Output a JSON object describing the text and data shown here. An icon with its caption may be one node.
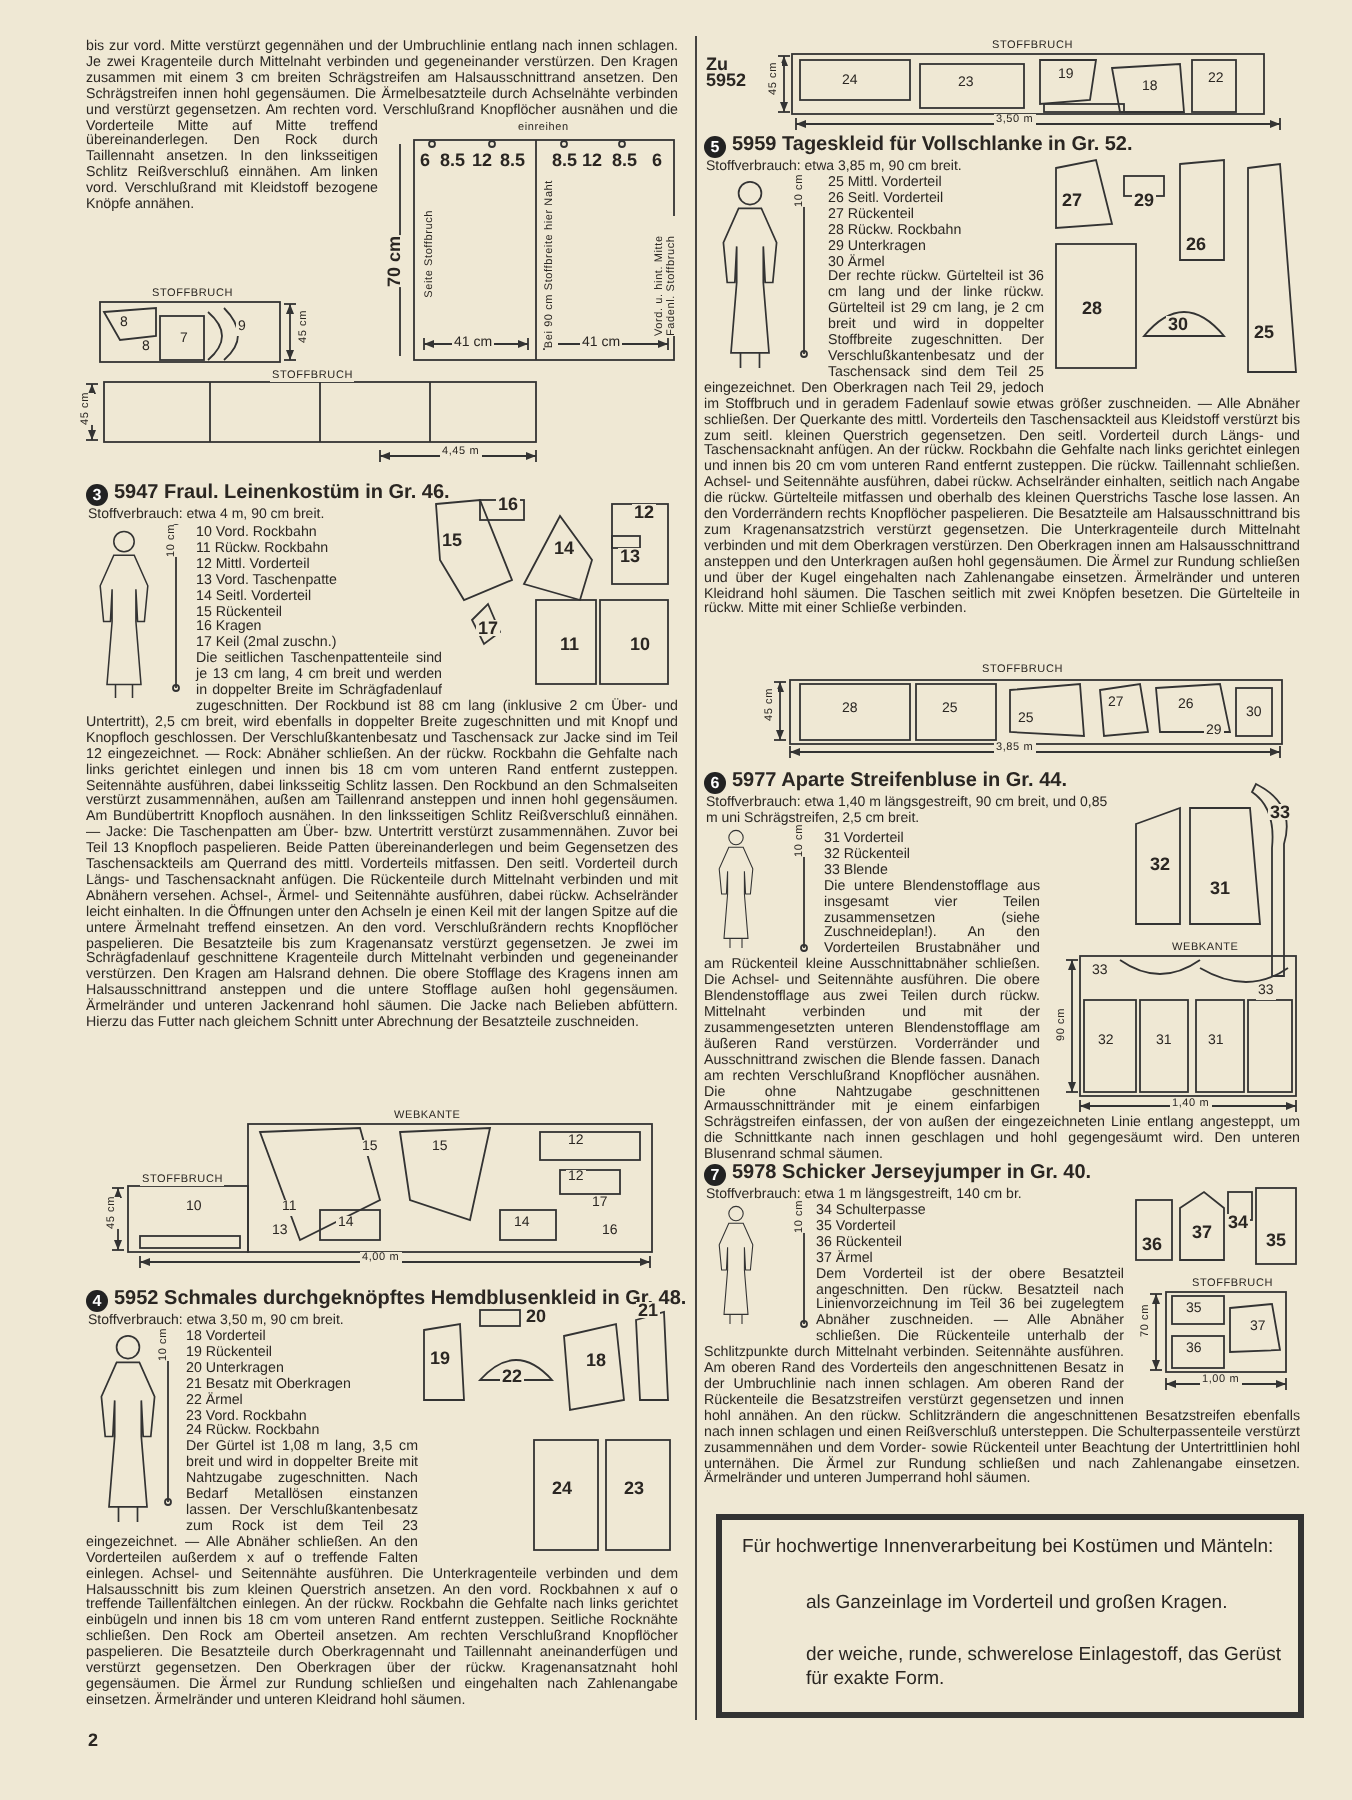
{
  "diagram": {
    "labels": [
      "bis zur vord. Mitte verstürzt gegennähen und der Umbruchlinie entlang nach innen schlagen. Je zwei Kragenteile durch Mittelnaht verbinden und gegeneinander verstürzen. Den Kragen zusammen mit einem 3 cm breiten Schrägstreifen am Halsausschnittrand ansetzen. Den Schrägstreifen innen hohl gegensäumen. Die Ärmelbesatzteile durch Achselnähte verbinden und verstürzt gegensetzen. Am rechten vord. Verschlußrand Knopflöcher ausnähen und die Vorderteile Mitte auf Mitte treffend übereinanderlegen. Den Rock durch Taillennaht ansetzen. In den linksseitigen Schlitz Reißverschluß einnähen. Am linken vord. Verschlußrand mit Kleidstoff bezogene Knöpfe annähen.",
      "einreihen",
      "6",
      "8.5",
      "12",
      "8.5",
      "8.5",
      "12",
      "8.5",
      "6",
      "70 cm",
      "Seite Stoffbruch",
      "Bei 90 cm Stoffbreite hier Naht",
      "Vord. u. hint. Mitte Fadenl. Stoffbruch",
      "41 cm",
      "41 cm",
      "STOFFBRUCH",
      "8",
      "7",
      "9",
      "8",
      "45 cm",
      "STOFFBRUCH",
      "45 cm",
      "4,45 m",
      "3",
      "5947 Fraul. Leinenkostüm in Gr. 46.",
      "Stoffverbrauch: etwa 4 m, 90 cm breit.",
      "10 cm",
      "10 Vord. Rockbahn",
      "11 Rückw. Rockbahn",
      "12 Mittl. Vorderteil",
      "13 Vord. Taschenpatte",
      "14 Seitl. Vorderteil",
      "15 Rückenteil",
      "16 Kragen",
      "17 Keil (2mal zuschn.)",
      "Die seitlichen Taschenpattenteile sind je 13 cm lang, 4 cm breit und werden in doppelter Breite im Schrägfadenlauf zugeschnitten. Der Rockbund ist 88 cm lang (inklusive 2 cm Über- und Untertritt), 2,5 cm breit, wird ebenfalls in doppelter Breite zugeschnitten und mit Knopf und Knopfloch geschlossen. Der Verschlußkantenbesatz und Taschensack zur Jacke sind im Teil 12 eingezeichnet. — Rock: Abnäher schließen. An der rückw. Rockbahn die Gehfalte nach links gerichtet einlegen und innen bis 18 cm vom unteren Rand entfernt zusteppen. Seitennähte ausführen, dabei linksseitig Schlitz lassen. Den Rockbund an den Schmalseiten verstürzt zusammennähen, außen am Taillenrand ansteppen und innen hohl gegensäumen. Am Bundübertritt Knopfloch ausnähen. In den linksseitigen Schlitz Reißverschluß einnähen. — Jacke: Die Taschenpatten am Über- bzw. Untertritt verstürzt zusammennähen. Zuvor bei Teil 13 Knopfloch paspelieren. Beide Patten übereinanderlegen und beim Gegensetzen des Taschensackteils am Querrand des mittl. Vorderteils mitfassen. Den seitl. Vorderteil durch Längs- und Taschensacknaht anfügen. Die Rückenteile durch Mittelnaht verbinden und mit Abnähern versehen. Achsel-, Ärmel- und Seitennähte ausführen, dabei rückw. Achselränder leicht einhalten. In die Öffnungen unter den Achseln je einen Keil mit der langen Spitze auf die untere Ärmelnaht treffend einsetzen. An den vord. Verschlußrändern rechts Knopflöcher paspelieren. Die Besatzteile bis zum Kragenansatz verstürzt gegensetzen. Je zwei im Schrägfadenlauf geschnittene Kragenteile durch Mittelnaht verbinden und gegeneinander verstürzen. Den Kragen am Halsrand dehnen. Die obere Stofflage des Kragens innen am Halsausschnittrand ansteppen und die untere Stofflage außen hohl gegensäumen. Ärmelränder und unteren Jackenrand hohl säumen. Die Jacke nach Belieben abfüttern. Hierzu das Futter nach gleichem Schnitt unter Abrechnung der Besatzteile zuschneiden.",
      "16",
      "15",
      "14",
      "12",
      "13",
      "17",
      "11",
      "10",
      "WEBKANTE",
      "STOFFBRUCH",
      "15",
      "15",
      "12",
      "12",
      "17",
      "10",
      "11",
      "13",
      "14",
      "14",
      "16",
      "45 cm",
      "4,00 m",
      "4",
      "5952 Schmales durchgeknöpftes Hemdblusenkleid in Gr. 48.",
      "Stoffverbrauch: etwa 3,50 m, 90 cm breit.",
      "10 cm",
      "18 Vorderteil",
      "19 Rückenteil",
      "20 Unterkragen",
      "21 Besatz mit Oberkragen",
      "22 Ärmel",
      "23 Vord. Rockbahn",
      "24 Rückw. Rockbahn",
      "Der Gürtel ist 1,08 m lang, 3,5 cm breit und wird in doppelter Breite mit Nahtzugabe zugeschnitten. Nach Bedarf Metallösen einstanzen lassen. Der Verschlußkantenbesatz zum Rock ist dem Teil 23 eingezeichnet. — Alle Abnäher schließen. An den Vorderteilen außerdem x auf o treffende Falten einlegen. Achsel- und Seitennähte ausführen. Die Unterkragenteile verbinden und dem Halsausschnitt bis zum kleinen Querstrich ansetzen. An den vord. Rockbahnen x auf o treffende Taillenfältchen einlegen. An der rückw. Rockbahn die Gehfalte nach links gerichtet einbügeln und innen bis 18 cm vom unteren Rand entfernt zusteppen. Seitliche Rocknähte schließen. Den Rock am Oberteil ansetzen. Am rechten Verschlußrand Knopflöcher paspelieren. Die Besatzteile durch Oberkragennaht und Taillennaht aneinanderfügen und verstürzt gegensetzen. Den Oberkragen über der rückw. Kragenansatznaht hohl gegensäumen. Die Ärmel zur Rundung schließen und eingehalten nach Zahlenangabe einsetzen. Ärmelränder und unteren Kleidrand hohl säumen.",
      "20",
      "21",
      "19",
      "22",
      "18",
      "24",
      "23",
      "2",
      "Zu 5952",
      "STOFFBRUCH",
      "45 cm",
      "24",
      "23",
      "19",
      "18",
      "22",
      "3,50 m",
      "5",
      "5959 Tageskleid für Vollschlanke in Gr. 52.",
      "Stoffverbrauch: etwa 3,85 m, 90 cm breit.",
      "10 cm",
      "25 Mittl. Vorderteil",
      "26 Seitl. Vorderteil",
      "27 Rückenteil",
      "28 Rückw. Rockbahn",
      "29 Unterkragen",
      "30 Ärmel",
      "Der rechte rückw. Gürtelteil ist 36 cm lang und der linke rückw. Gürtelteil ist 29 cm lang, je 2 cm breit und wird in doppelter Stoffbreite zugeschnitten. Der Verschlußkantenbesatz und der Taschensack sind dem Teil 25 eingezeichnet. Den Oberkragen nach Teil 29, jedoch im Stoffbruch und in geradem Fadenlauf sowie etwas größer zuschneiden. — Alle Abnäher schließen. Der Querkante des mittl. Vorderteils den Taschensackteil aus Kleidstoff verstürzt bis zum seitl. kleinen Querstrich gegensetzen. Den seitl. Vorderteil durch Längs- und Taschensacknaht anfügen. An der rückw. Rockbahn die Gehfalte nach links gerichtet einlegen und innen bis 20 cm vom unteren Rand entfernt zusteppen. Die rückw. Taillennaht schließen. Achsel- und Seitennähte ausführen, dabei rückw. Achselränder einhalten, seitlich nach Angabe die rückw. Gürtelteile mitfassen und oberhalb des kleinen Querstrichs Tasche lose lassen. An den Vorderrändern rechts Knopflöcher paspelieren. Die Besatzteile am Halsausschnittrand bis zum Kragenansatzstrich verstürzt gegensetzen. Die Unterkragenteile durch Mittelnaht verbinden und mit dem Oberkragen verstürzen. Den Oberkragen innen am Halsausschnittrand ansteppen und den Unterkragen außen hohl gegensäumen. Die Ärmel zur Rundung schließen und über der Kugel eingehalten nach Zahlenangabe einsetzen. Ärmelränder und unteren Kleidrand hohl säumen. Die Taschen seitlich mit zwei Knöpfen besetzen. Die Gürtelteile in rückw. Mitte mit einer Schließe verbinden.",
      "27",
      "29",
      "26",
      "28",
      "30",
      "25",
      "STOFFBRUCH",
      "45 cm",
      "28",
      "25",
      "25",
      "27",
      "26",
      "30",
      "29",
      "3,85 m",
      "6",
      "5977 Aparte Streifenbluse in Gr. 44.",
      "Stoffverbrauch: etwa 1,40 m längsgestreift, 90 cm breit, und 0,85 m uni Schrägstreifen, 2,5 cm breit.",
      "10 cm",
      "31 Vorderteil",
      "32 Rückenteil",
      "33 Blende",
      "Die untere Blendenstofflage aus insgesamt vier Teilen zusammensetzen (siehe Zuschneideplan!). An den Vorderteilen Brustabnäher und am Rückenteil kleine Ausschnittabnäher schließen. Die Achsel- und Seitennähte ausführen. Die obere Blendenstofflage aus zwei Teilen durch rückw. Mittelnaht verbinden und mit der zusammengesetzten unteren Blendenstofflage am äußeren Rand verstürzen. Vorderränder und Ausschnittrand zwischen die Blende fassen. Danach am rechten Verschlußrand Knopflöcher ausnähen. Die ohne Nahtzugabe geschnittenen Armausschnittränder mit je einem einfarbigen Schrägstreifen einfassen, der von außen der eingezeichneten Linie entlang angesteppt, um die Schnittkante nach innen geschlagen und hohl gegengesäumt wird. Den unteren Blusenrand schmal säumen.",
      "33",
      "32",
      "31",
      "WEBKANTE",
      "33",
      "33",
      "90 cm",
      "32",
      "31",
      "31",
      "1,40 m",
      "7",
      "5978 Schicker Jerseyjumper in Gr. 40.",
      "Stoffverbrauch: etwa 1 m längsgestreift, 140 cm br.",
      "10 cm",
      "34 Schulterpasse",
      "35 Vorderteil",
      "36 Rückenteil",
      "37 Ärmel",
      "Dem Vorderteil ist der obere Besatzteil angeschnitten. Den rückw. Besatzteil nach Linienvorzeichnung im Teil 36 bei zugelegtem Abnäher zuschneiden. — Alle Abnäher schließen. Die Rückenteile unterhalb der Schlitzpunkte durch Mittelnaht verbinden. Seitennähte ausführen. Am oberen Rand des Vorderteils den angeschnittenen Besatz in der Umbruchlinie nach innen schlagen. Am oberen Rand der Rückenteile die Besatzstreifen verstürzt gegensetzen und innen hohl annähen. An den rückw. Schlitzrändern die angeschnittenen Besatzstreifen ebenfalls nach innen schlagen und einen Reißverschluß untersteppen. Die Schulterpassenteile verstürzt zusammennähen und dem Vorder- sowie Rückenteil unter Beachtung der Untertrittlinien hohl unternähen. Die Ärmel zur Rundung schließen und nach Zahlenangabe einsetzen. Ärmelränder und unteren Jumperrand hohl säumen.",
      "36",
      "37",
      "34",
      "35",
      "STOFFBRUCH",
      "70 cm",
      "35",
      "37",
      "36",
      "1,00 m",
      "Für hochwertige Innenverarbeitung bei Kostümen und Mänteln:",
      "als Ganzeinlage im Vorderteil und großen Kragen.",
      "der weiche, runde, schwerelose Einlagestoff, das Gerüst für exakte Form."
    ]
  }
}
